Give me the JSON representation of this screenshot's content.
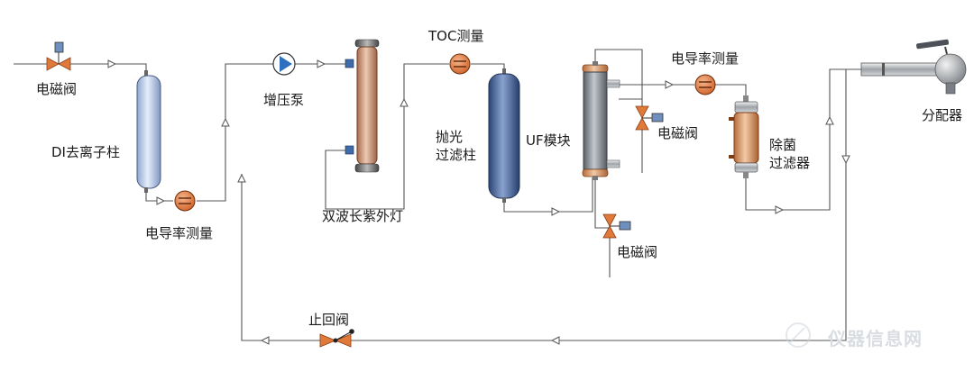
{
  "labels": {
    "inlet_valve": "电磁阀",
    "di_column": "DI去离子柱",
    "conductivity_1": "电导率测量",
    "booster_pump": "增压泵",
    "uv_lamp": "双波长紫外灯",
    "toc": "TOC测量",
    "polish_filter": [
      "抛光",
      "过滤柱"
    ],
    "uf_module": "UF模块",
    "conductivity_2": "电导率测量",
    "uf_valve_1": "电磁阀",
    "uf_valve_2": "电磁阀",
    "sterile_filter": [
      "除菌",
      "过滤器"
    ],
    "dispenser": "分配器",
    "check_valve": "止回阀"
  },
  "watermark": "仪器信息网",
  "colors": {
    "pipe": "#555555",
    "valve": "#e07a3a",
    "sensor": "#e07a3a",
    "di_column": "#b9cbe8",
    "polish_column": "#3f5f98",
    "uv_lamp": "#c99072",
    "uf_module": "#7f858c",
    "pump": "#2e6fc0"
  }
}
